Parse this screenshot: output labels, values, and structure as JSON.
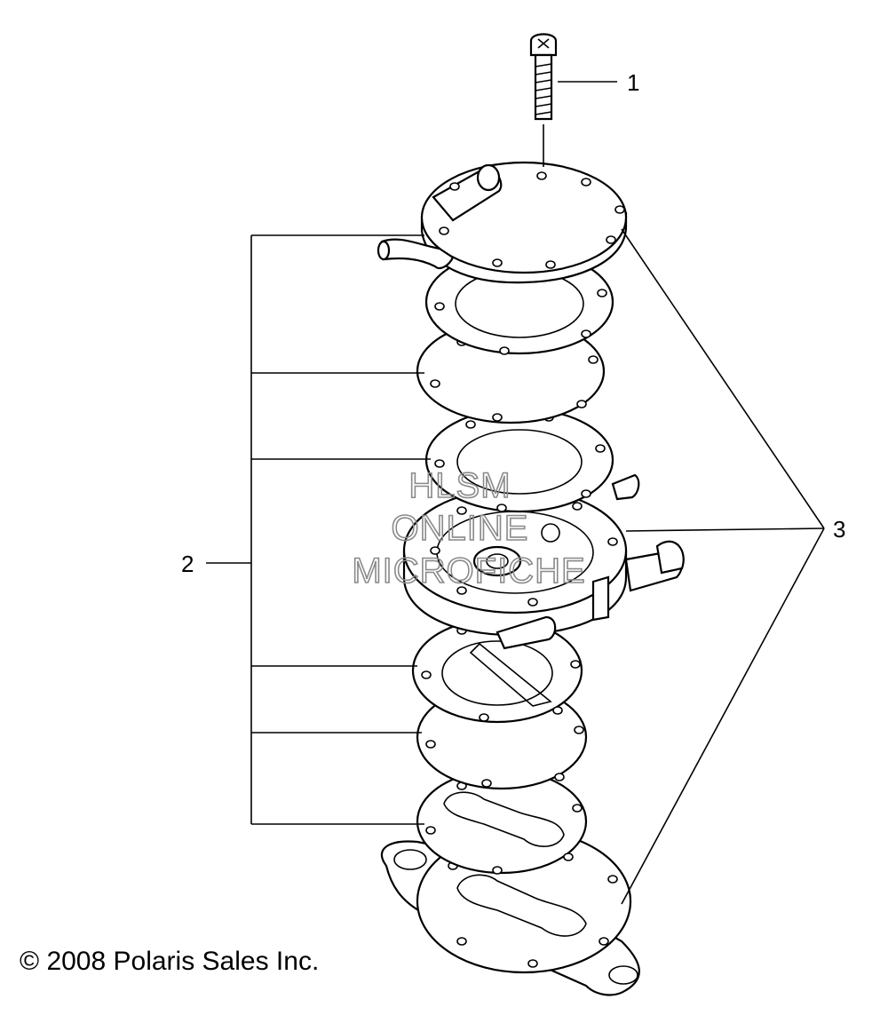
{
  "callouts": {
    "screw": "1",
    "gasket_kit": "2",
    "pump_assembly": "3"
  },
  "watermark": {
    "line1": "HLSM",
    "line2": "ONLINE",
    "line3": "MICROFICHE"
  },
  "copyright": "© 2008 Polaris Sales Inc."
}
